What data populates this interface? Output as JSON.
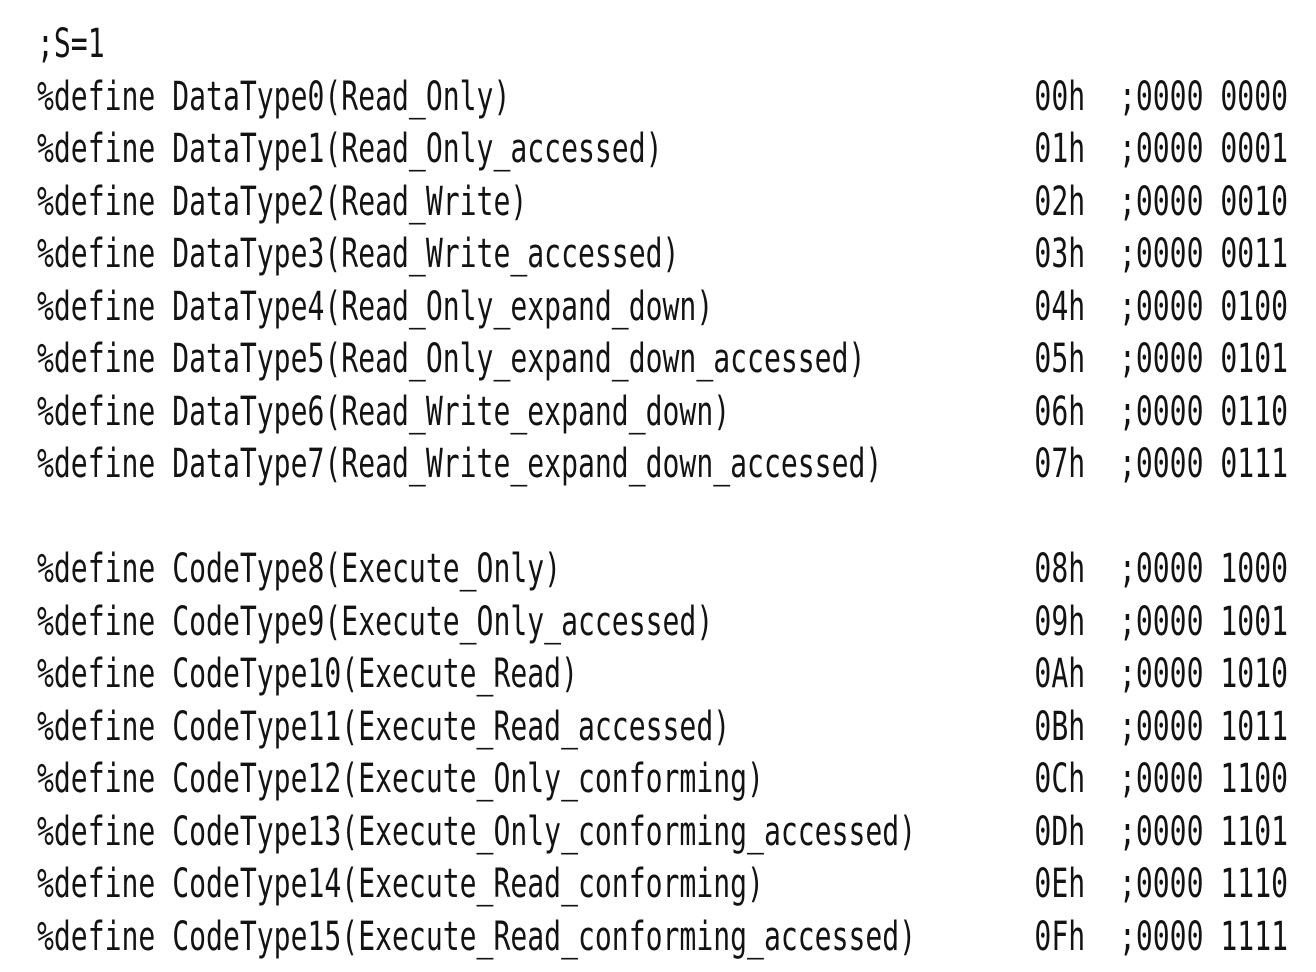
{
  "listing": {
    "header_comment": ";S=1",
    "format": {
      "value_column": 59,
      "value_comment_gap": 2
    },
    "data_type_defines": [
      {
        "directive": "%define",
        "definition": "DataType0(Read_Only)",
        "value": "00h",
        "comment": ";0000 0000"
      },
      {
        "directive": "%define",
        "definition": "DataType1(Read_Only_accessed)",
        "value": "01h",
        "comment": ";0000 0001"
      },
      {
        "directive": "%define",
        "definition": "DataType2(Read_Write)",
        "value": "02h",
        "comment": ";0000 0010"
      },
      {
        "directive": "%define",
        "definition": "DataType3(Read_Write_accessed)",
        "value": "03h",
        "comment": ";0000 0011"
      },
      {
        "directive": "%define",
        "definition": "DataType4(Read_Only_expand_down)",
        "value": "04h",
        "comment": ";0000 0100"
      },
      {
        "directive": "%define",
        "definition": "DataType5(Read_Only_expand_down_accessed)",
        "value": "05h",
        "comment": ";0000 0101"
      },
      {
        "directive": "%define",
        "definition": "DataType6(Read_Write_expand_down)",
        "value": "06h",
        "comment": ";0000 0110"
      },
      {
        "directive": "%define",
        "definition": "DataType7(Read_Write_expand_down_accessed)",
        "value": "07h",
        "comment": ";0000 0111"
      }
    ],
    "code_type_defines": [
      {
        "directive": "%define",
        "definition": "CodeType8(Execute_Only)",
        "value": "08h",
        "comment": ";0000 1000"
      },
      {
        "directive": "%define",
        "definition": "CodeType9(Execute_Only_accessed)",
        "value": "09h",
        "comment": ";0000 1001"
      },
      {
        "directive": "%define",
        "definition": "CodeType10(Execute_Read)",
        "value": "0Ah",
        "comment": ";0000 1010"
      },
      {
        "directive": "%define",
        "definition": "CodeType11(Execute_Read_accessed)",
        "value": "0Bh",
        "comment": ";0000 1011"
      },
      {
        "directive": "%define",
        "definition": "CodeType12(Execute_Only_conforming)",
        "value": "0Ch",
        "comment": ";0000 1100"
      },
      {
        "directive": "%define",
        "definition": "CodeType13(Execute_Only_conforming_accessed)",
        "value": "0Dh",
        "comment": ";0000 1101"
      },
      {
        "directive": "%define",
        "definition": "CodeType14(Execute_Read_conforming)",
        "value": "0Eh",
        "comment": ";0000 1110"
      },
      {
        "directive": "%define",
        "definition": "CodeType15(Execute_Read_conforming_accessed)",
        "value": "0Fh",
        "comment": ";0000 1111"
      }
    ]
  },
  "colors": {
    "background": "#ffffff",
    "text": "#131313"
  }
}
